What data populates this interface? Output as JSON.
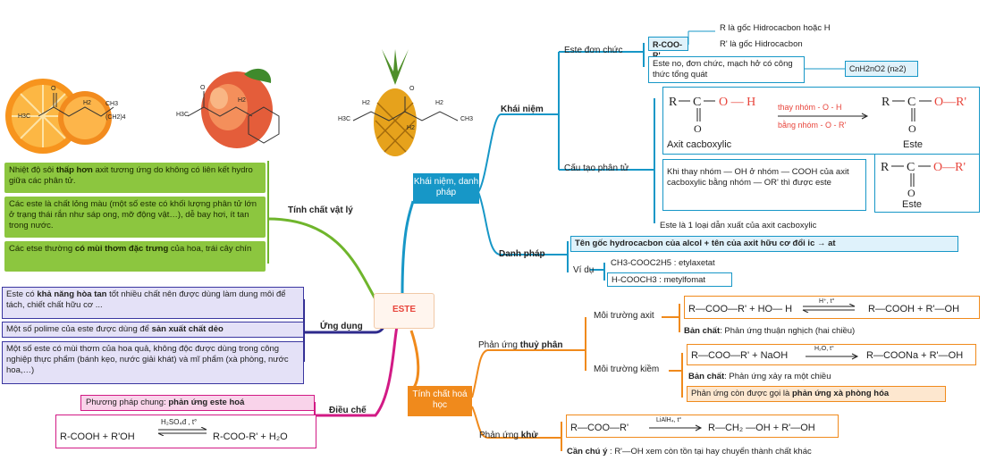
{
  "center": "ESTE",
  "physical": {
    "branch": "Tính chất vật lý",
    "items": [
      "Nhiệt độ sôi thấp hơn axit tương ứng do không có liên kết hydro giữa các phân tử.",
      "Các este là chất lỏng màu (một số este có khối lượng phân tử lớn ở trạng thái rắn như sáp ong, mỡ động vật…), dễ bay hơi, ít tan trong nước.",
      "Các etse thường có mùi thơm đặc trưng của hoa, trái cây chín"
    ],
    "item1": {
      "pre": "Nhiệt độ sôi ",
      "bold": "thấp hơn",
      "post": " axit tương ứng do không có liên kết hydro giữa các phân tử."
    },
    "item3": {
      "pre": "Các etse thường ",
      "bold": "có mùi thơm đặc trưng",
      "post": " của hoa, trái cây chín"
    }
  },
  "application": {
    "branch": "Ứng dụng",
    "item1": {
      "pre": "Este có ",
      "bold": "khả năng hòa tan",
      "post": " tốt nhiều chất nên được dùng làm dung môi để tách, chiết chất hữu cơ ..."
    },
    "item2": {
      "pre": "Một số polime của este được dùng để ",
      "bold": "sản xuất chất dẻo",
      "post": ""
    },
    "item3": "Một số este có mùi thơm của hoa quả, không độc được dùng trong công nghiệp thực phẩm (bánh kẹo, nước giải khát) và mĩ phẩm (xà phòng, nước hoa,…)"
  },
  "preparation": {
    "branch": "Điều chế",
    "method": {
      "pre": "Phương pháp chung: ",
      "bold": "phản ứng este hoá"
    },
    "equation": {
      "left": "R-COOH  +  R'OH",
      "cond": "H₂SO₄đ , t°",
      "right": "R-COO-R'   +  H₂O"
    }
  },
  "concept": {
    "branch": "Khái niệm, danh pháp",
    "khai_niem": "Khái niệm",
    "este_don_chuc": "Este đơn chức",
    "formula": "R-COO-R'",
    "r_def": "R là gốc Hidrocacbon hoặc H",
    "r2_def": "R' là gốc Hidrocacbon",
    "no_don_chuc": "Este no, đơn chức, mạch hở có công thức tổng quát",
    "general_formula": "CnH2nO2 (n≥2)",
    "cau_tao": "Cấu tạo phân tử",
    "acid_label": "Axit cacboxylic",
    "ester_label": "Este",
    "replace_top": "thay nhóm  - O - H",
    "replace_bottom": "bằng nhóm - O - R'",
    "explain": "Khi thay nhóm — OH ở nhóm — COOH của axit cacboxylic bằng nhóm — OR' thì được este",
    "derivative": "Este là 1 loại dẫn xuất của axit cacboxylic",
    "danh_phap": "Danh pháp",
    "naming_rule": "Tên gốc hydrocacbon của alcol + tên của axit hữu cơ đổi ic → at",
    "vi_du": "Ví dụ",
    "example1": "CH3-COOC2H5 : etylaxetat",
    "example2": "H-COOCH3 : metylfomat"
  },
  "chemical": {
    "branch": "Tính chất hoá học",
    "hydrolysis": {
      "pre": "Phản ứng ",
      "bold": "thuỷ phân"
    },
    "acid_env": "Môi trường axit",
    "acid_eq": {
      "left": "R—COO—R' + HO— H",
      "cond": "H⁺, t°",
      "right": "R—COOH   + R'—OH"
    },
    "acid_nature": {
      "bold": "Bản chất",
      "post": ": Phản ứng thuận nghịch (hai chiều)"
    },
    "base_env": "Môi trường kiềm",
    "base_eq": {
      "left": "R—COO—R' + NaOH",
      "cond": "H₂O, t°",
      "right": "R—COONa + R'—OH"
    },
    "base_nature": {
      "bold": "Bản chất",
      "post": ": Phản ứng xảy ra một chiều"
    },
    "saponification": {
      "pre": "Phản ứng còn được gọi là ",
      "bold": "phản ứng xà phòng hóa"
    },
    "reduction": {
      "pre": "Phản ứng ",
      "bold": "khử"
    },
    "red_eq": {
      "left": "R—COO—R'",
      "cond": "LiAlH₄, t°",
      "right": "R—CH₂ —OH  +  R'—OH"
    },
    "note": {
      "bold": "Cần chú ý",
      "post": " : R'—OH xem còn tồn tại hay chuyển thành chất khác"
    }
  },
  "molecules": {
    "m1": {
      "labels": [
        "H3C",
        "O",
        "H2",
        "CH3",
        "(CH2)4"
      ]
    },
    "m2": {
      "labels": [
        "O",
        "H2",
        "H3C"
      ]
    },
    "m3": {
      "labels": [
        "H2",
        "O",
        "H2",
        "H3C",
        "CH3",
        "H2"
      ]
    }
  },
  "colors": {
    "green": "#8cc63f",
    "navy": "#2e2a8c",
    "pink": "#d21a85",
    "blue": "#1797c7",
    "orange": "#f08a1c",
    "center": "#fff5ee"
  }
}
